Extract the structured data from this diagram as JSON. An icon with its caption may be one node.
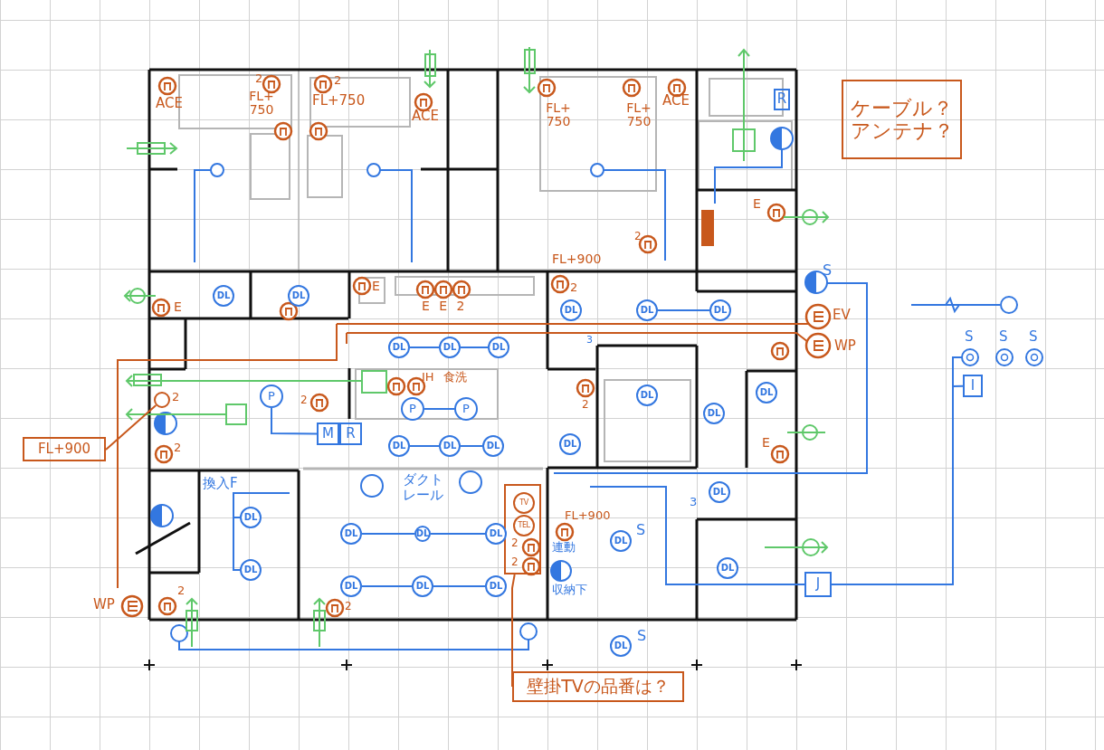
{
  "diagram": {
    "nodes": [
      {
        "text": [
          "ケーブル？アンテナ？"
        ]
      },
      {
        "text": [
          "R"
        ]
      },
      {
        "text": [
          "DL"
        ]
      },
      {
        "text": [
          "DL"
        ]
      },
      {
        "text": [
          "DL"
        ]
      },
      {
        "text": [
          "DL"
        ]
      },
      {
        "text": [
          "DL"
        ]
      },
      {
        "text": [
          "DL"
        ]
      },
      {
        "text": [
          "DL"
        ]
      },
      {
        "text": [
          "DL"
        ]
      },
      {
        "text": [
          "P"
        ]
      },
      {
        "text": [
          "DL"
        ]
      },
      {
        "text": [
          "DL"
        ]
      },
      {
        "text": [
          "P"
        ]
      },
      {
        "text": [
          "P"
        ]
      },
      {
        "text": [
          "DL"
        ]
      },
      {
        "text": [
          "FL+900"
        ]
      },
      {
        "text": [],
        "shape": "circle"
      },
      {
        "text": [
          "M"
        ]
      },
      {
        "text": [
          "R"
        ]
      },
      {
        "text": [
          "DL"
        ]
      },
      {
        "text": [
          "DL"
        ]
      },
      {
        "text": [
          "DL"
        ]
      },
      {
        "text": [
          "DL"
        ]
      },
      {
        "text": [
          "2",
          "2"
        ]
      },
      {
        "text": [
          "TV"
        ],
        "in": 24
      },
      {
        "text": [
          "TEL"
        ],
        "in": 24
      },
      {
        "text": [
          "DL"
        ]
      },
      {
        "text": [
          "DL"
        ]
      },
      {
        "text": [
          "DL"
        ]
      },
      {
        "text": [
          "DL"
        ]
      },
      {
        "text": [
          "DL"
        ]
      },
      {
        "text": [
          "DL"
        ]
      },
      {
        "text": [
          "DL"
        ]
      },
      {
        "text": [
          "DL"
        ]
      },
      {
        "text": [
          "J"
        ]
      },
      {
        "text": [
          "DL"
        ]
      },
      {
        "text": [
          "DL"
        ]
      },
      {
        "text": [
          "DL"
        ]
      },
      {
        "text": [
          "DL"
        ]
      },
      {
        "text": [
          "壁掛TVの品番は？"
        ]
      },
      {
        "text": [],
        "shape": "circle"
      },
      {
        "text": [
          "I"
        ]
      }
    ],
    "edges": [
      {
        "from": 16,
        "to": 17,
        "arrow": "none",
        "color": "#c8581c"
      },
      {
        "from": 24,
        "to": 40,
        "arrow": "none",
        "color": "#c8581c"
      },
      {
        "from": null,
        "to": 41,
        "arrow": "none"
      },
      {
        "from": 35,
        "to": 42,
        "arrow": "none"
      },
      {
        "from": 7,
        "to": 8,
        "arrow": "none"
      },
      {
        "from": 8,
        "to": 9,
        "arrow": "none"
      },
      {
        "from": 20,
        "to": 21,
        "arrow": "none"
      },
      {
        "from": 21,
        "to": 22,
        "arrow": "none"
      },
      {
        "from": 13,
        "to": 14,
        "arrow": "none"
      },
      {
        "from": 29,
        "to": 30,
        "arrow": "none"
      },
      {
        "from": 30,
        "to": 31,
        "arrow": "none"
      },
      {
        "from": 36,
        "to": 37,
        "arrow": "none"
      },
      {
        "from": 37,
        "to": 38,
        "arrow": "none"
      },
      {
        "from": 28,
        "to": 34,
        "arrow": "none"
      },
      {
        "from": 5,
        "to": 6,
        "arrow": "none"
      },
      {
        "from": null,
        "to": 35,
        "arrow": "none"
      },
      {
        "from": 10,
        "to": 18,
        "arrow": "none"
      }
    ],
    "labels": [
      "ACE",
      "2",
      "FL+ 750",
      "2",
      "FL+750",
      "ACE",
      "FL+ 750",
      "FL+ 750",
      "ACE",
      "2",
      "FL+900",
      "E",
      "E",
      "E E 2",
      "2",
      "E",
      "S",
      "EV",
      "WP",
      "3",
      "IH 食洗",
      "2",
      "2",
      "2",
      "2",
      "E",
      "ダクトレール",
      "換入F",
      "FL+900",
      "S",
      "連動",
      "3",
      "収納下",
      "WP",
      "2",
      "2",
      "S",
      "S",
      "S",
      "S"
    ]
  }
}
